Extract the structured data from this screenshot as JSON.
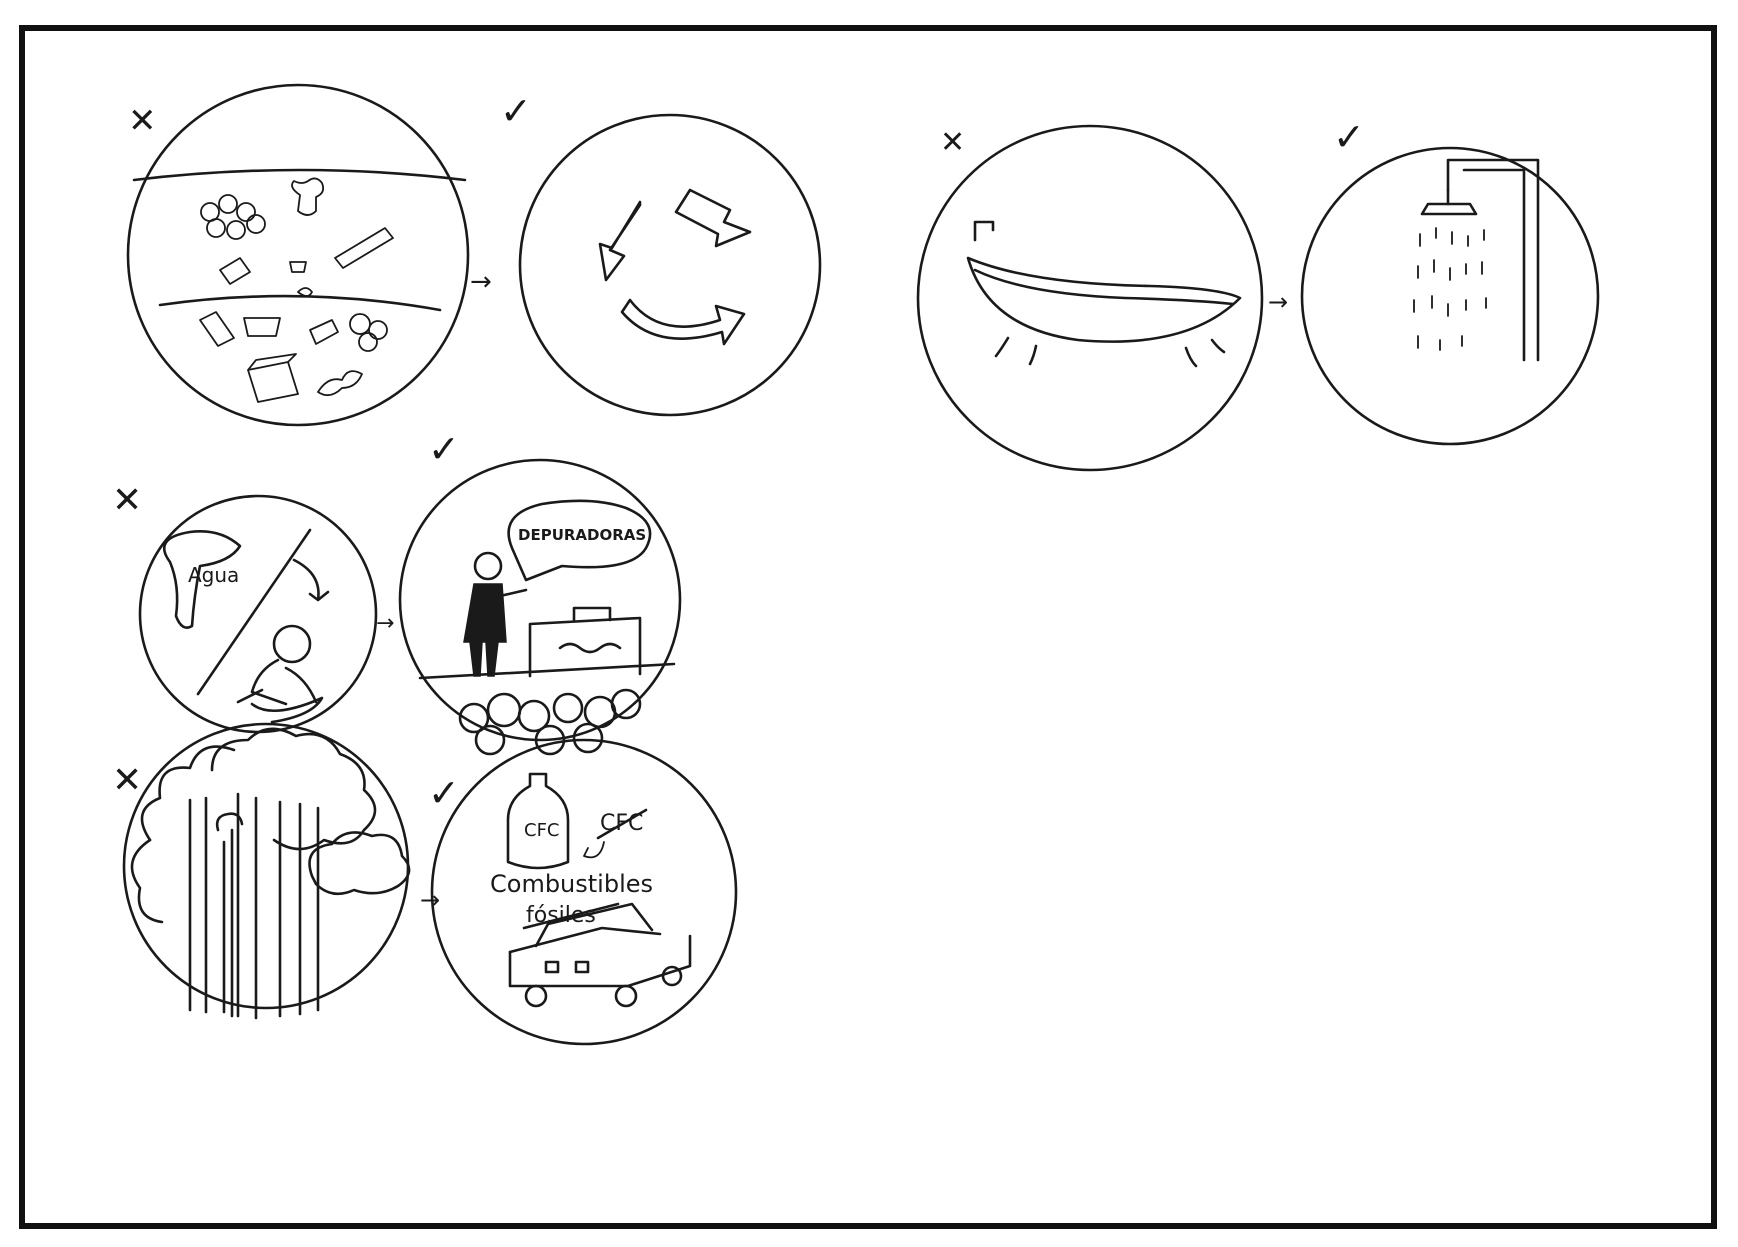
{
  "panels": {
    "water_agua": {
      "label": "Agua"
    },
    "treatment": {
      "bubble": "DEPURADORAS"
    },
    "emissions": {
      "bottle_label": "CFC",
      "crossed_label": "CFC",
      "fuel_line1": "Combustibles",
      "fuel_line2": "fósiles"
    }
  },
  "marks": {
    "bad": "✕",
    "good": "✓",
    "arrow": "→"
  }
}
